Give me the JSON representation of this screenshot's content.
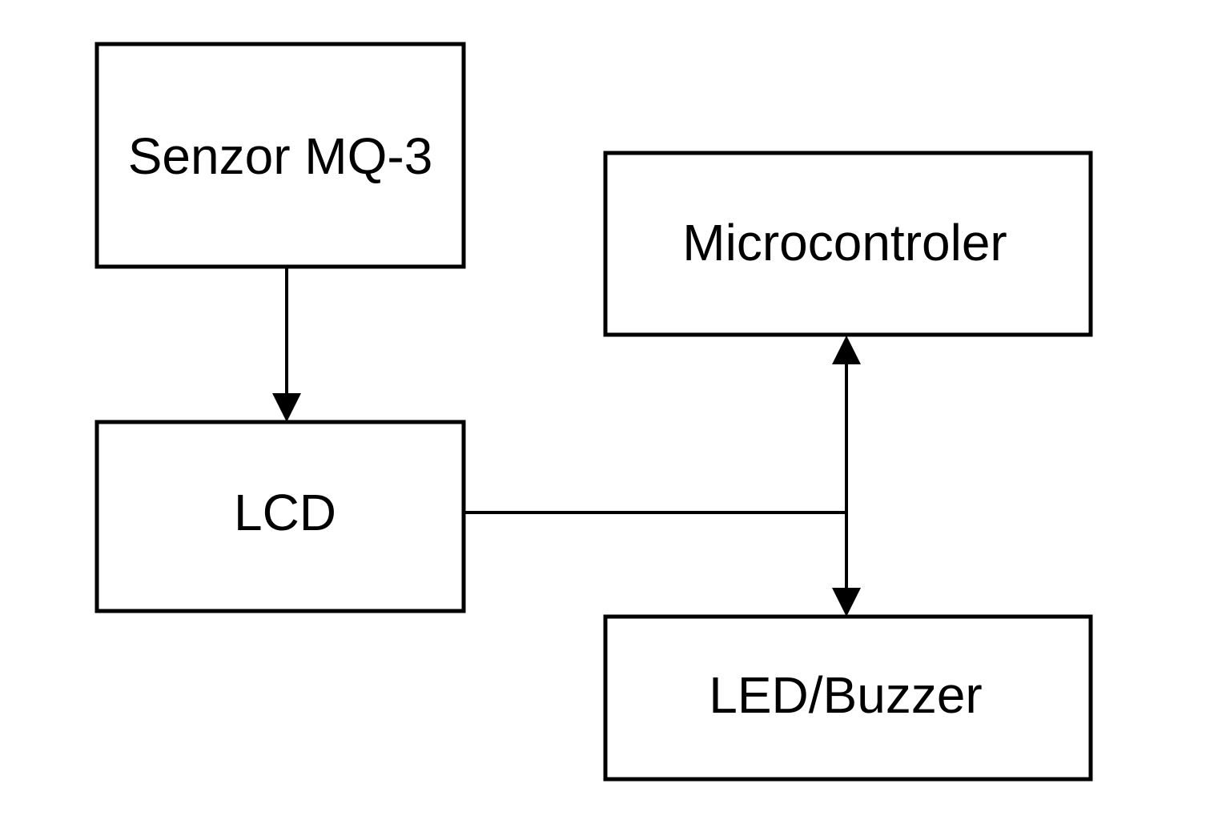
{
  "blocks": {
    "sensor": {
      "label": "Senzor MQ-3"
    },
    "microcontroller": {
      "label": "Microcontroler"
    },
    "lcd": {
      "label": "LCD"
    },
    "led_buzzer": {
      "label": "LED/Buzzer"
    }
  },
  "connections": [
    {
      "from": "Senzor MQ-3",
      "to": "LCD",
      "direction": "one-way"
    },
    {
      "from": "LCD",
      "to": "Microcontroler",
      "direction": "one-way",
      "via": "junction"
    },
    {
      "from": "LCD",
      "to": "LED/Buzzer",
      "direction": "one-way",
      "via": "junction"
    }
  ],
  "colors": {
    "stroke": "#000000",
    "background": "#ffffff"
  }
}
